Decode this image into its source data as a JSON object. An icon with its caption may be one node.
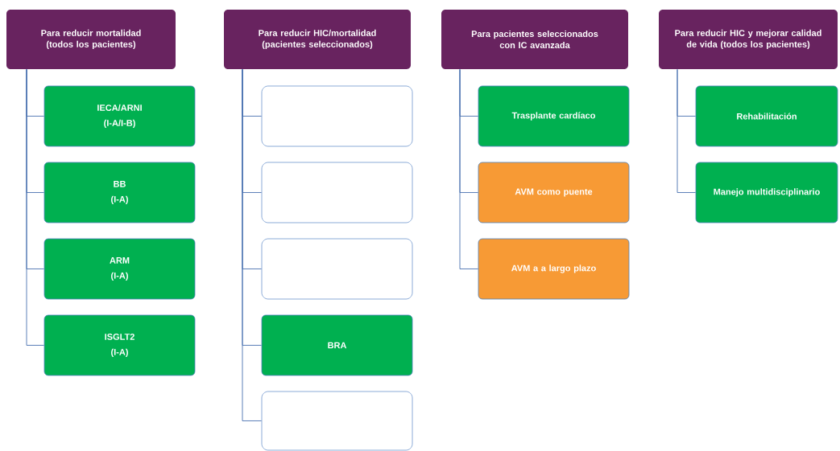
{
  "diagram": {
    "nodes": [
      {
        "text": [
          "Para reducir mortalidad (todos los pacientes)"
        ]
      },
      {
        "text": [
          "Para reducir HIC/mortalidad (pacientes seleccionados)"
        ]
      },
      {
        "text": [
          "Para pacientes seleccionados con IC avanzada"
        ]
      },
      {
        "text": [
          "Para reducir HIC y mejorar calidad de vida (todos los pacientes)"
        ]
      },
      {
        "text": [
          "IECA/ARNI",
          "(I-A/I-B)"
        ]
      },
      {
        "text": [
          "BB",
          "(I-A)"
        ]
      },
      {
        "text": [
          "ARM",
          "(I-A)"
        ]
      },
      {
        "text": [
          "ISGLT2",
          "(I-A)"
        ]
      },
      {
        "text": [],
        "shape": "box"
      },
      {
        "text": [],
        "shape": "box"
      },
      {
        "text": [],
        "shape": "box"
      },
      {
        "text": [
          "BRA"
        ]
      },
      {
        "text": [],
        "shape": "box"
      },
      {
        "text": [
          "Trasplante cardíaco"
        ]
      },
      {
        "text": [
          "AVM como puente"
        ]
      },
      {
        "text": [
          "AVM a a largo plazo"
        ]
      },
      {
        "text": [
          "Rehabilitación"
        ]
      },
      {
        "text": [
          "Manejo multidisciplinario"
        ]
      }
    ],
    "edges": [
      {
        "from": 0,
        "to": 4,
        "arrow": "none"
      },
      {
        "from": 0,
        "to": 5,
        "arrow": "none"
      },
      {
        "from": 0,
        "to": 6,
        "arrow": "none"
      },
      {
        "from": 0,
        "to": 7,
        "arrow": "none"
      },
      {
        "from": 1,
        "to": 8,
        "arrow": "none"
      },
      {
        "from": 1,
        "to": 9,
        "arrow": "none"
      },
      {
        "from": 1,
        "to": 10,
        "arrow": "none"
      },
      {
        "from": 1,
        "to": 11,
        "arrow": "none"
      },
      {
        "from": 1,
        "to": 12,
        "arrow": "none"
      },
      {
        "from": 2,
        "to": 13,
        "arrow": "none"
      },
      {
        "from": 2,
        "to": 14,
        "arrow": "none"
      },
      {
        "from": 2,
        "to": 15,
        "arrow": "none"
      },
      {
        "from": 3,
        "to": 16,
        "arrow": "none"
      },
      {
        "from": 3,
        "to": 17,
        "arrow": "none"
      }
    ]
  }
}
